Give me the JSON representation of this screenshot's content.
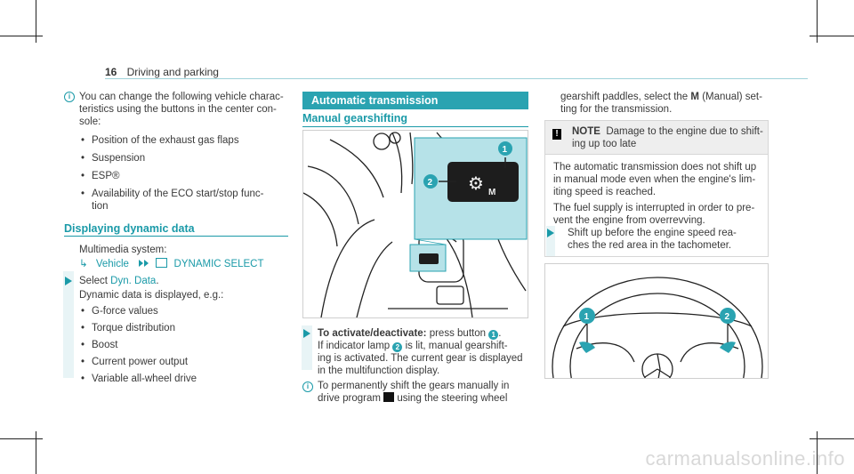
{
  "header": {
    "page_number": "16",
    "title": "Driving and parking"
  },
  "left_column": {
    "intro_text": [
      "You can change the following vehicle charac-",
      "teristics using the buttons in the center con-",
      "sole:"
    ],
    "characteristics": [
      "Position of the exhaust gas flaps",
      "Suspension",
      "ESP®",
      "Availability of the ECO start/stop func-",
      "tion"
    ],
    "section_title": "Displaying dynamic data",
    "multimedia_label": "Multimedia system:",
    "nav_vehicle": "Vehicle",
    "nav_dynamic": "DYNAMIC SELECT",
    "select_prefix": "Select",
    "select_link": "Dyn. Data",
    "select_suffix": ".",
    "display_text": "Dynamic data is displayed, e.g.:",
    "dynamic_items": [
      "G-force values",
      "Torque distribution",
      "Boost",
      "Current power output",
      "Variable all-wheel drive"
    ]
  },
  "middle_column": {
    "section_bar": "Automatic transmission",
    "subsection_title": "Manual gearshifting",
    "figure1": {
      "callout_1": "1",
      "callout_2": "2",
      "button_label": "M"
    },
    "instr_bold": "To activate/deactivate:",
    "instr_line1_rest": " press button",
    "instr_line2_a": "If indicator lamp",
    "instr_line2_b": "is lit, manual gearshift-",
    "instr_line3": "ing is activated. The current gear is displayed",
    "instr_line4": "in the multifunction display.",
    "tip_line1": "To permanently shift the gears manually in",
    "tip_line2_a": "drive program",
    "tip_line2_b": "using the steering wheel"
  },
  "right_column": {
    "cont_line1": "gearshift paddles, select the",
    "cont_bold": "M",
    "cont_line1_rest": "(Manual) set-",
    "cont_line2": "ting for the transmission.",
    "note_label": "NOTE",
    "note_line1": "Damage to the engine due to shift-",
    "note_line2": "ing up too late",
    "note_body": [
      "The automatic transmission does not shift up",
      "in manual mode even when the engine's lim-",
      "iting speed is reached.",
      "The fuel supply is interrupted in order to pre-",
      "vent the engine from overrevving."
    ],
    "note_action": [
      "Shift up before the engine speed rea-",
      "ches the red area in the tachometer."
    ],
    "figure2": {
      "callout_1": "1",
      "callout_2": "2"
    }
  },
  "watermark": "carmanualsonline.info",
  "colors": {
    "accent": "#1a9aa8",
    "bar": "#2aa3b1",
    "highlight": "#b6e2e8"
  }
}
